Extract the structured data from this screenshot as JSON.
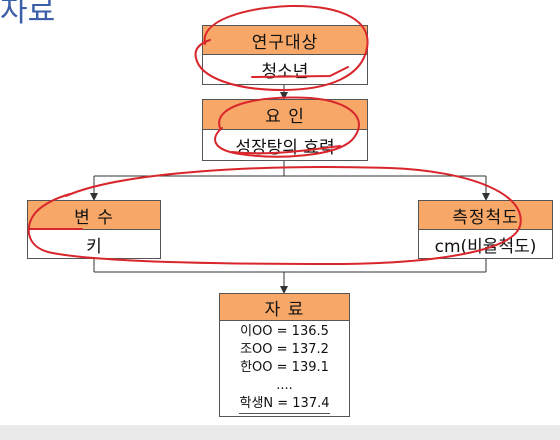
{
  "slide_title": "자료",
  "boxes": {
    "subject": {
      "header": "연구대상",
      "value": "청소년"
    },
    "factor": {
      "header": "요  인",
      "value": "성장탕의 효력"
    },
    "variable": {
      "header": "변  수",
      "value": "키"
    },
    "measure": {
      "header": "측정척도",
      "value": "cm(비율척도)"
    },
    "data": {
      "header": "자  료",
      "items": [
        "이OO = 136.5",
        "조OO = 137.2",
        "한OO = 139.1",
        "....",
        "학생N = 137.4"
      ]
    }
  },
  "colors": {
    "header_fill": "#f7a868",
    "annotation": "#d8262c",
    "title": "#3b5ea8"
  }
}
